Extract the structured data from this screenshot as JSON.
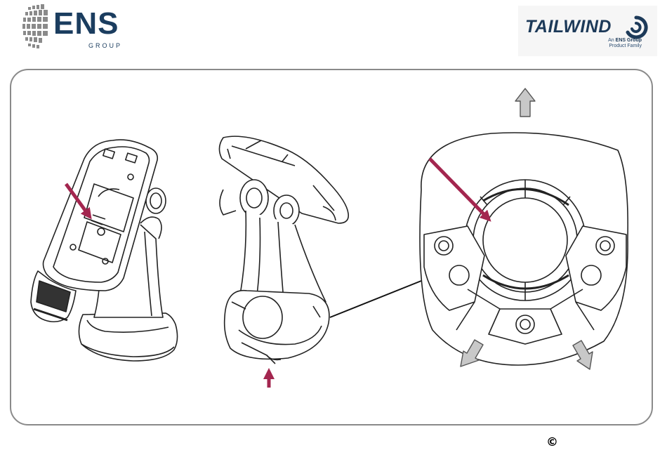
{
  "header": {
    "ens_logo": {
      "text": "ENS",
      "subtext": "GROUP",
      "color": "#1b3d5f"
    },
    "tailwind_logo": {
      "text": "TAILWIND",
      "tagline_line1_prefix": "An",
      "tagline_line1_brand": "ENS Group",
      "tagline_line2": "Product Family",
      "color": "#1d3a59"
    }
  },
  "footer": {
    "copyright_symbol": "©"
  },
  "colors": {
    "accent_arrow": "#a3264f",
    "gray_arrow": "#c8c8c8",
    "frame_border": "#8a8a8a",
    "line_art": "#222222"
  },
  "icons": [
    "ens-logo-mark-icon",
    "tailwind-swirl-icon",
    "pointer-arrow-icon",
    "direction-arrow-icon"
  ]
}
